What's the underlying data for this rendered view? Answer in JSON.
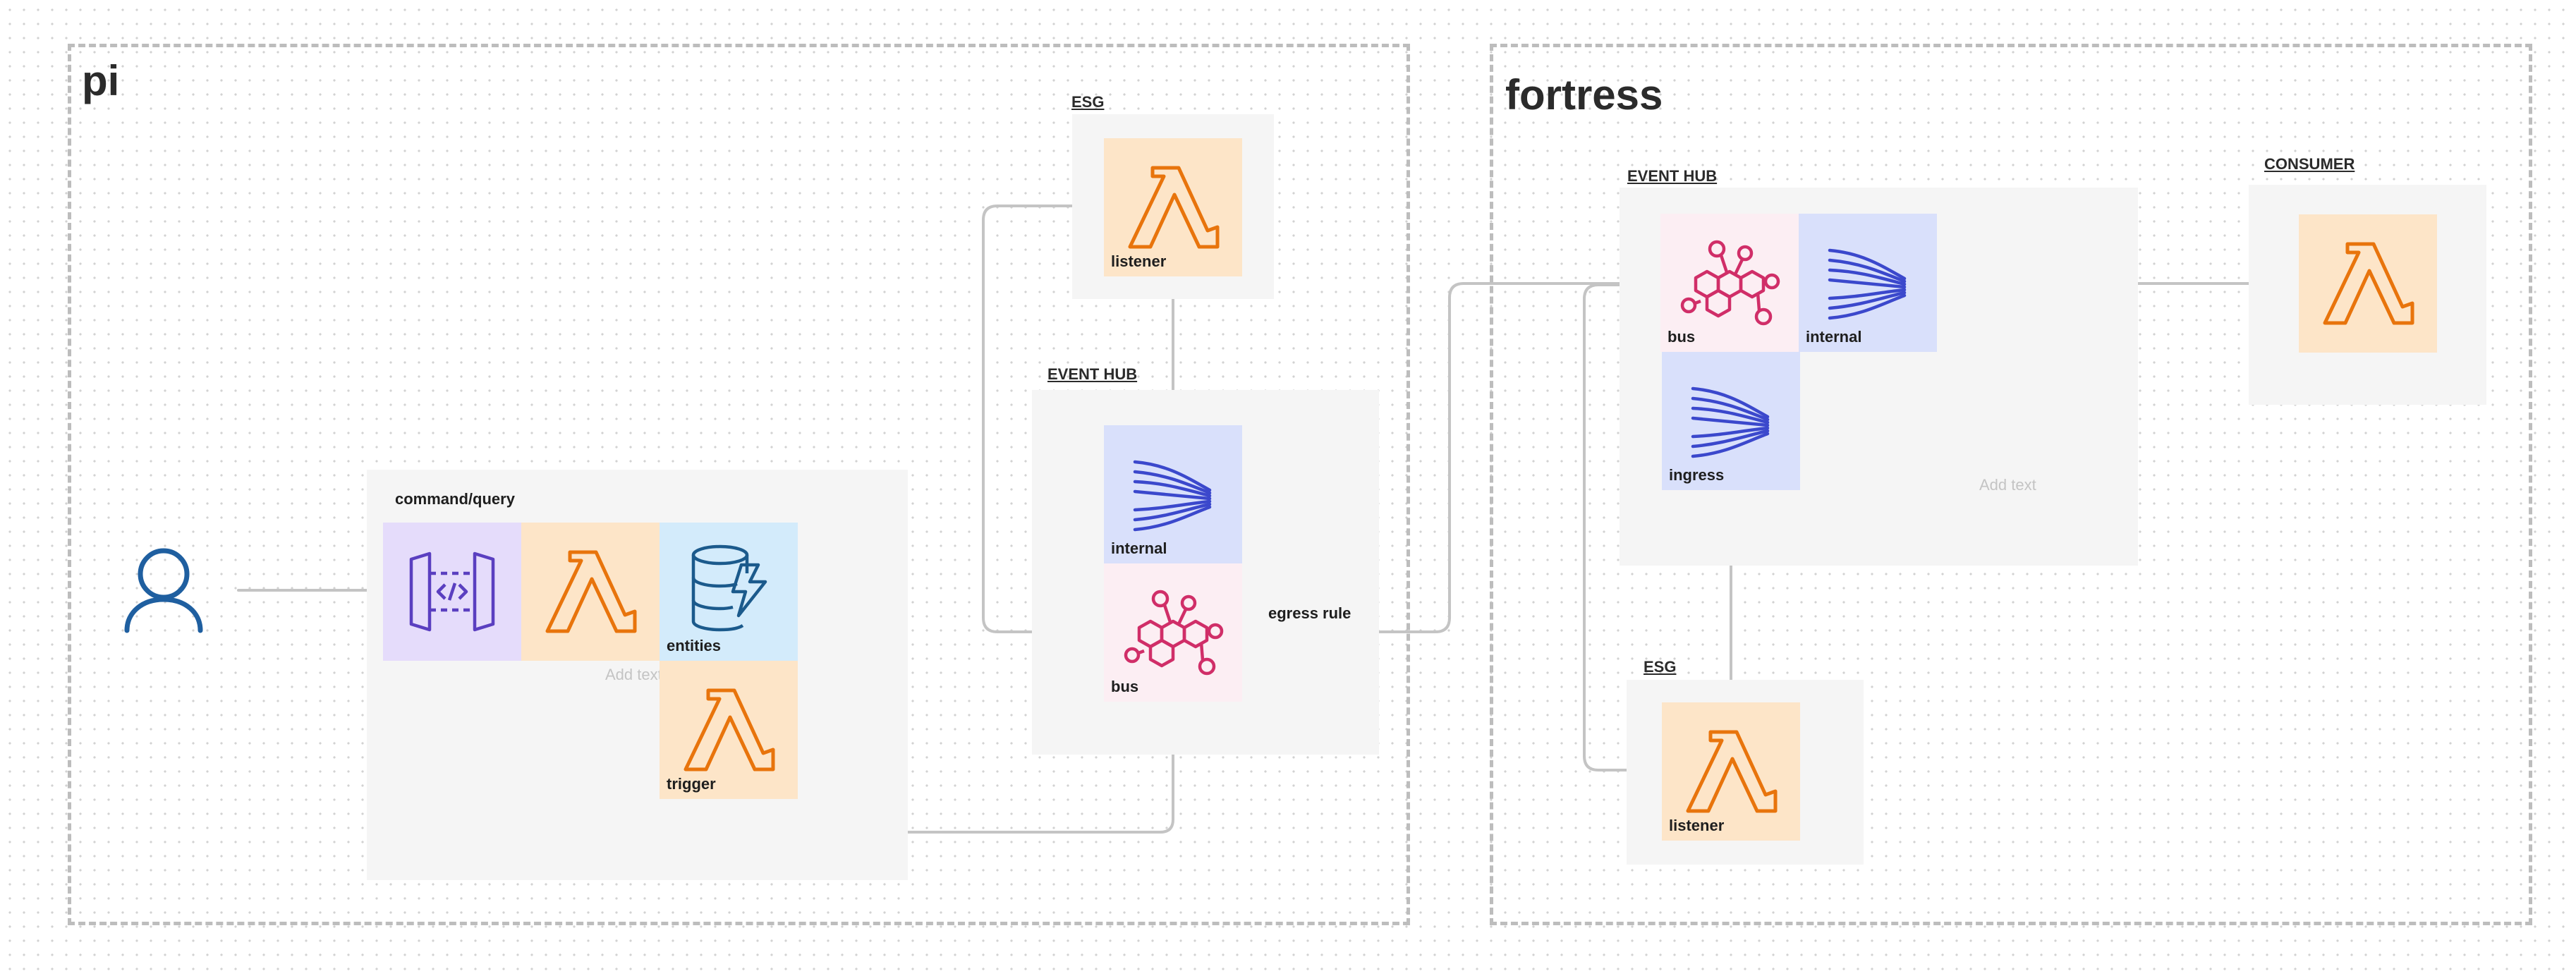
{
  "regions": {
    "pi": {
      "title": "pi"
    },
    "fortress": {
      "title": "fortress"
    }
  },
  "pi": {
    "esg": {
      "label": "ESG",
      "listener": {
        "label": "listener",
        "icon": "lambda-icon"
      }
    },
    "event_hub": {
      "label": "EVENT HUB",
      "internal": {
        "label": "internal",
        "icon": "stream-icon"
      },
      "bus": {
        "label": "bus",
        "icon": "event-bus-icon"
      }
    },
    "command_query": {
      "label": "command/query",
      "api": {
        "icon": "api-gateway-icon"
      },
      "handler": {
        "icon": "lambda-icon"
      },
      "entities": {
        "label": "entities",
        "icon": "database-icon"
      },
      "trigger": {
        "label": "trigger",
        "icon": "lambda-icon"
      },
      "placeholder": "Add text"
    },
    "user": {
      "icon": "user-icon"
    },
    "egress_label": "egress rule"
  },
  "fortress": {
    "event_hub": {
      "label": "EVENT HUB",
      "bus": {
        "label": "bus",
        "icon": "event-bus-icon"
      },
      "internal": {
        "label": "internal",
        "icon": "stream-icon"
      },
      "ingress": {
        "label": "ingress",
        "icon": "stream-icon"
      },
      "placeholder": "Add text"
    },
    "consumer": {
      "label": "CONSUMER",
      "lambda": {
        "icon": "lambda-icon"
      }
    },
    "esg": {
      "label": "ESG",
      "listener": {
        "label": "listener",
        "icon": "lambda-icon"
      }
    }
  },
  "colors": {
    "lambda": "#e8740c",
    "stream": "#3b48cc",
    "bus": "#d02e68",
    "api": "#5a3fc0",
    "database": "#1b5a8c",
    "user": "#1f5fa0",
    "connector": "#c4c4c4",
    "region_border": "#bdbdbd"
  }
}
